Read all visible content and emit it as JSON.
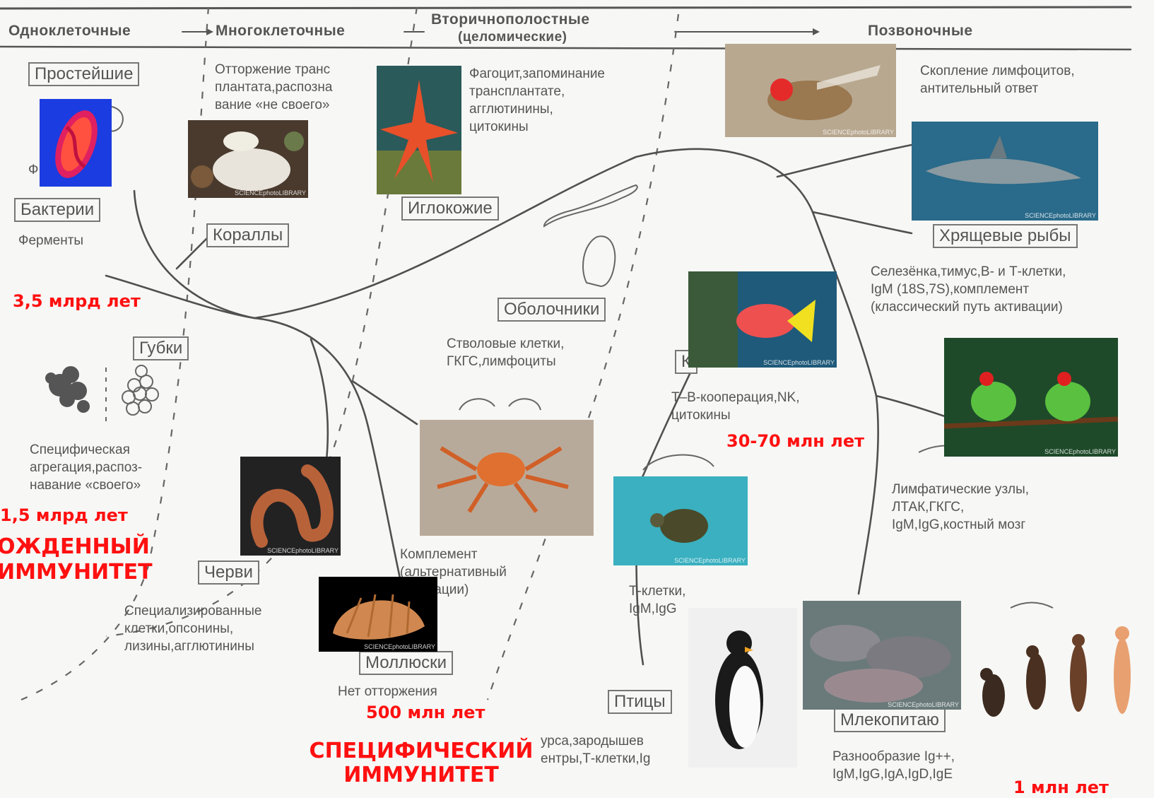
{
  "header": {
    "unicellular": "Одноклеточные",
    "multicellular": "Многоклеточные",
    "coelomic_1": "Вторичнополостные",
    "coelomic_2": "(целомические)",
    "vertebrates": "Позвоночные"
  },
  "taxa": {
    "protozoa": "Простейшие",
    "bacteria": "Бактерии",
    "corals": "Кораллы",
    "echinoderms": "Иглокожие",
    "tunicates": "Оболочники",
    "sponges": "Губки",
    "worms": "Черви",
    "molluscs": "Моллюски",
    "cartilaginous_fish": "Хрящевые рыбы",
    "bony_fish": "К",
    "birds": "Птицы",
    "mammals": "Млекопитаю"
  },
  "descriptions": {
    "phagocytosis": "Ф      з",
    "enzymes": "Ферменты",
    "graft_rejection": "Отторжение транс\nплантата,распозна\nвание «не своего»",
    "phagocyte_memory": "Фагоцит,запоминание\nтрансплантате,\nагглютинины,\nцитокины",
    "lymphocyte_cluster": "Скопление лимфоцитов,\nантительный ответ",
    "spleen_thymus": "Селезёнка,тимус,В- и Т-клетки,\nIgM (18S,7S),комплемент\n(классический путь активации)",
    "stem_cells": "Стволовые клетки,\nГКГС,лимфоциты",
    "tb_cooperation": "Т–В-кооперация,NK,\nцитокины",
    "specific_aggregation": "Специфическая\nагрегация,распоз-\nнавание «своего»",
    "complement": "Комплемент\n(альтернативный\n     активации)",
    "t_cells": "Т-клетки,\nIgM,IgG",
    "lymph_nodes": "Лимфатические узлы,\nЛТАК,ГКГС,\nIgM,IgG,костный мозг",
    "specialized_cells": "Специализированные\nклетки,опсонины,\nлизины,агглютинины",
    "no_rejection": "Нет отторжения",
    "bursa": "урса,зародышев\nентры,Т-клетки,Ig",
    "ig_diversity": "Разнообразие Ig++,\nIgM,IgG,IgA,IgD,IgE"
  },
  "annotations": {
    "bya_3_5": "3,5 млрд лет",
    "bya_1_5": "1,5 млрд лет",
    "innate_1": "ОЖДЕННЫЙ",
    "innate_2": "ИММУНИТЕТ",
    "mya_500": "500 млн лет",
    "mya_30_70": "30-70 млн лет",
    "mya_1": "1 млн лет",
    "specific": "СПЕЦИФИЧЕСКИЙ\nИММУНИТЕТ"
  },
  "watermark": "SCIENCEphotoLIBRARY",
  "colors": {
    "annotation_red": "#ff1010",
    "line_gray": "#555555",
    "background": "#f7f7f5"
  }
}
